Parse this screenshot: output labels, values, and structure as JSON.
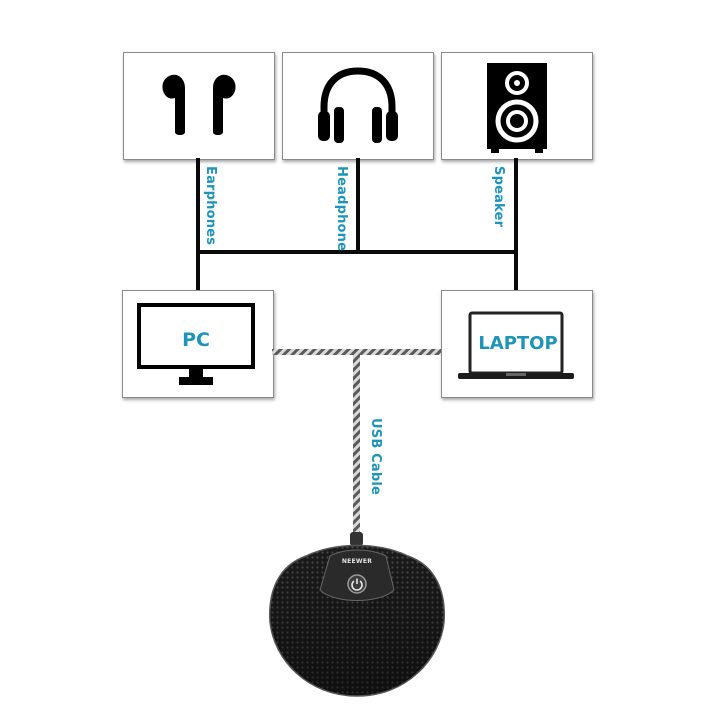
{
  "devices": {
    "earphones": {
      "label": "Earphones",
      "icon": "earbuds-icon"
    },
    "headphone": {
      "label": "Headphone",
      "icon": "headphones-icon"
    },
    "speaker": {
      "label": "Speaker",
      "icon": "speaker-icon"
    },
    "pc": {
      "label": "PC",
      "icon": "monitor-icon"
    },
    "laptop": {
      "label": "LAPTOP",
      "icon": "laptop-icon"
    }
  },
  "cable": {
    "label": "USB Cable"
  },
  "microphone": {
    "brand": "NEEWER",
    "icon": "power-icon"
  },
  "colors": {
    "accent": "#1d94b8",
    "line": "#0a0a0a",
    "border": "#8a8a8a"
  }
}
